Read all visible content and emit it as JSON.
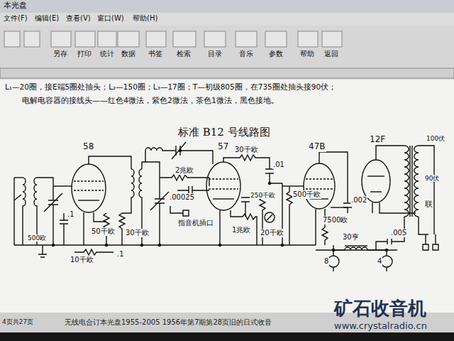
{
  "diagram": {
    "title": "标准 B12 号线路图",
    "labels": [
      "本光盘",
      "文件(F)",
      "编辑(E)",
      "查看(V)",
      "窗口(W)",
      "帮助(H)",
      "另存",
      "打印",
      "统计",
      "数据",
      "书签",
      "检索",
      "目录",
      "音乐",
      "参数",
      "帮助",
      "返回",
      "L₁—20圈，接E端5圈处抽头；L₂—150圈；L₃—17圈；T—初级805圈，在735圈处抽头接90伏；",
      "电解电容器的接线头——红色4微法，紫色2微法，茶色1微法，黑色接地。",
      "58",
      "57",
      "47B",
      "12F",
      "100伏",
      "90伏",
      "联",
      "2兆欧",
      ".00025",
      "指音机插口",
      "30千欧",
      ".01",
      "1兆欧",
      "250千欧",
      "20千欧",
      "500千欧",
      ".002",
      "7500欧",
      "30亨",
      "8",
      "4",
      ".005",
      "500欧",
      ".1",
      "50千欧",
      "30千欧",
      "10千欧",
      ".1",
      "4页共27页",
      "无线电合订本光盘1955-2005 1956年第7期第28页旧的日式收音",
      "矿石收音机",
      "www.crystalradio.cn"
    ]
  }
}
